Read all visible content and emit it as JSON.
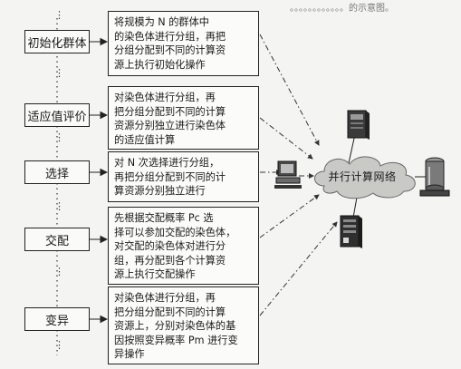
{
  "header_fragment": "。。。。。。。。。。。。的示意图。",
  "steps": [
    {
      "label": "初始化群体",
      "desc": [
        "将规模为 N 的群体中",
        "的染色体进行分组，再把",
        "分组分配到不同的计算资",
        "源上执行初始化操作"
      ]
    },
    {
      "label": "适应值评价",
      "desc": [
        "对染色体进行分组，再",
        "把分组分配到不同的计算",
        "资源分别独立进行染色体",
        "的适应值计算"
      ]
    },
    {
      "label": "选择",
      "desc": [
        "对 N 次选择进行分组，",
        "再把分组分配到不同的计",
        "算资源分别独立进行"
      ]
    },
    {
      "label": "交配",
      "desc": [
        "先根据交配概率 Pc 选",
        "择可以参加交配的染色体，",
        "对交配的染色体对进行分",
        "组，再分配到各个计算资",
        "源上执行交配操作"
      ]
    },
    {
      "label": "变异",
      "desc": [
        "对染色体进行分组，再",
        "把分组分配到不同的计算",
        "资源上，分别对染色体的基",
        "因按照变异概率 Pm 进行变",
        "异操作"
      ]
    }
  ],
  "network_label": "并行计算网络",
  "ellipsis": "⋮",
  "icons": {
    "server_top": "server-tower-icon",
    "computer": "desktop-computer-icon",
    "server_bottom": "server-rack-icon",
    "storage": "storage-cylinder-icon",
    "cloud": "network-cloud-icon"
  }
}
